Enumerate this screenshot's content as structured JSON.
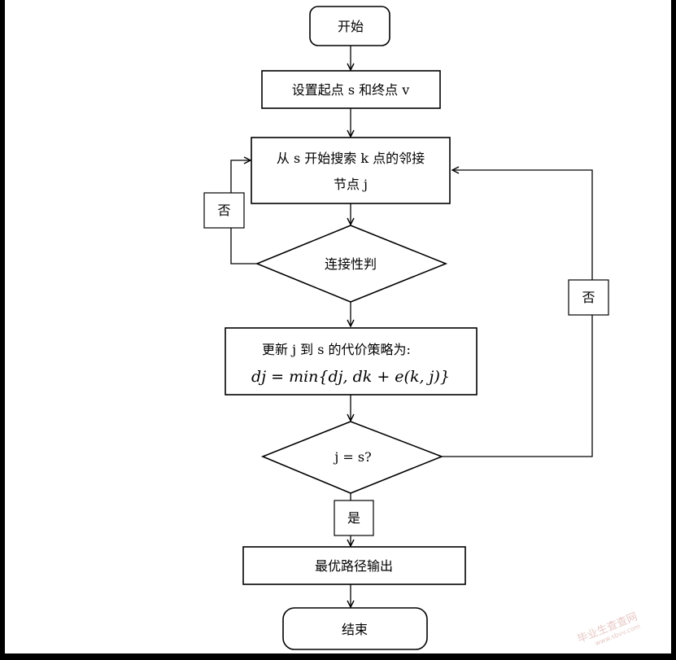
{
  "nodes": {
    "start": "开始",
    "set_points": "设置起点 s 和终点 v",
    "search_line1": "从 s 开始搜索 k 点的邻接",
    "search_line2": "节点 j",
    "connectivity": "连接性判",
    "update_line1": "更新 j 到 s 的代价策略为:",
    "update_formula": "dj = min{dj, dk + e(k, j)}",
    "check": "j = s?",
    "output": "最优路径输出",
    "end": "结束"
  },
  "edge_labels": {
    "no_left": "否",
    "no_right": "否",
    "yes": "是"
  },
  "watermark": {
    "text": "毕业生查查网",
    "url": "www.sbvv.com"
  }
}
